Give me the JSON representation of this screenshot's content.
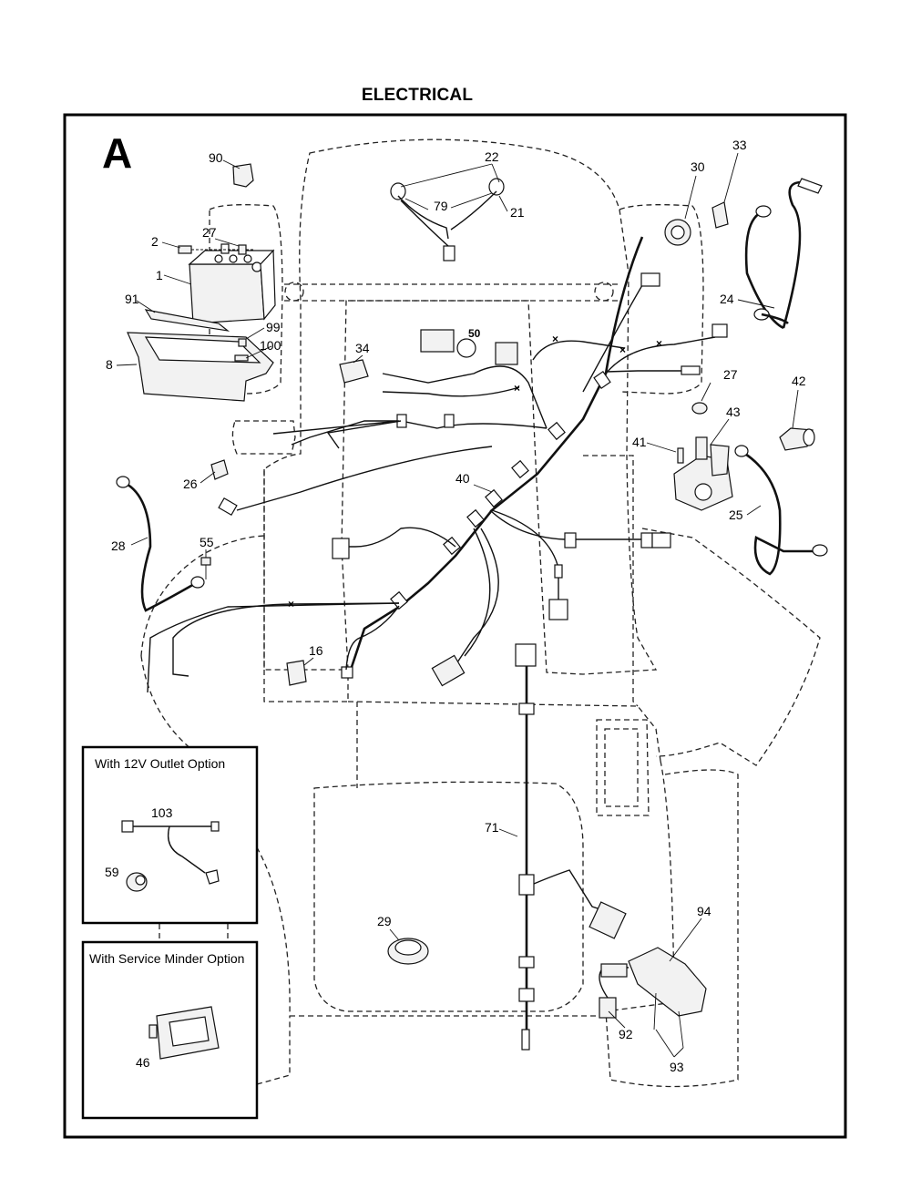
{
  "page": {
    "title": "ELECTRICAL",
    "section_letter": "A"
  },
  "callouts": {
    "c1": "1",
    "c2": "2",
    "c8": "8",
    "c16": "16",
    "c21": "21",
    "c22": "22",
    "c24": "24",
    "c25": "25",
    "c26": "26",
    "c27a": "27",
    "c27b": "27",
    "c28": "28",
    "c29": "29",
    "c30": "30",
    "c33": "33",
    "c34": "34",
    "c40": "40",
    "c41": "41",
    "c42": "42",
    "c43": "43",
    "c46": "46",
    "c50": "50",
    "c55": "55",
    "c59": "59",
    "c71": "71",
    "c79": "79",
    "c90": "90",
    "c91": "91",
    "c92": "92",
    "c93": "93",
    "c94": "94",
    "c99": "99",
    "c100": "100",
    "c103": "103"
  },
  "insets": {
    "outlet_title": "With 12V Outlet Option",
    "minder_title": "With Service Minder Option"
  }
}
